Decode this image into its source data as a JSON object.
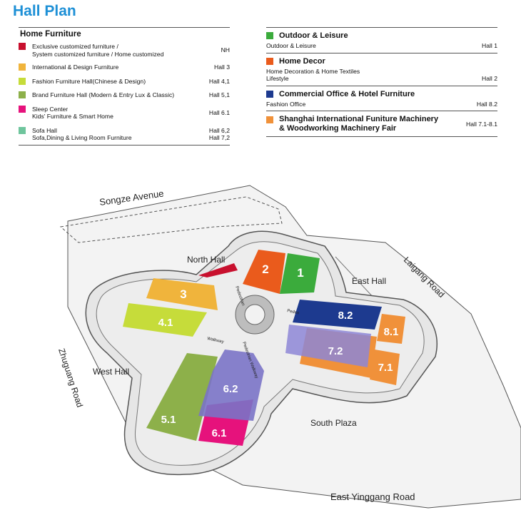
{
  "title": "Hall Plan",
  "home_furniture": {
    "heading": "Home Furniture",
    "items": [
      {
        "color": "#c8102e",
        "label": "Exclusive customized furniture /\nSystem customized furniture / Home customized",
        "hall": "NH"
      },
      {
        "color": "#f0b43c",
        "label": "International & Design Furniture",
        "hall": "Hall 3"
      },
      {
        "color": "#c6dc3a",
        "label": "Fashion Furniture Hall(Chinese & Design)",
        "hall": "Hall 4,1"
      },
      {
        "color": "#8db04a",
        "label": "Brand Furniture Hall (Modern & Entry Lux & Classic)",
        "hall": "Hall 5,1"
      },
      {
        "color": "#e6127c",
        "label": "Sleep Center\nKids' Furniture & Smart Home",
        "hall": "Hall 6.1"
      },
      {
        "color": "#6fc59d",
        "label": "Sofa Hall\nSofa,Dining & Living Room Furniture",
        "hall": "Hall 6,2\nHall 7,2"
      }
    ]
  },
  "categories": [
    {
      "color": "#3bab3c",
      "heading": "Outdoor & Leisure",
      "sub": "Outdoor & Leisure",
      "hall": "Hall 1"
    },
    {
      "color": "#ea5b1c",
      "heading": "Home Decor",
      "sub": "Home Decoration & Home Textiles\nLifestyle",
      "hall": "Hall 2"
    },
    {
      "color": "#1d3a8f",
      "heading": "Commercial Office & Hotel Furniture",
      "sub": "Fashion Office",
      "hall": "Hall 8.2"
    },
    {
      "color": "#f0913a",
      "heading": "Shanghai International Funiture Machinery\n& Woodworking Machinery Fair",
      "sub": "",
      "hall": "Hall 7.1-8.1"
    }
  ],
  "map": {
    "roads": {
      "songze": "Songze Avenue",
      "laigang": "Laigang Road",
      "zhuguang": "Zhuguang Road",
      "yinggang": "East Yinggang Road"
    },
    "areas": {
      "north": "North Hall",
      "east": "East Hall",
      "west": "West Hall",
      "south": "South Plaza"
    },
    "walkways": [
      "Pedestrian",
      "Walkway",
      "Pedestrian Walkway",
      "Pedes"
    ],
    "halls": [
      "1",
      "2",
      "3",
      "4.1",
      "5.1",
      "6.1",
      "6.2",
      "7.1",
      "7.2",
      "8.1",
      "8.2"
    ],
    "colors": {
      "h1": "#3bab3c",
      "h2": "#ea5b1c",
      "h3": "#f0b43c",
      "h41": "#c6dc3a",
      "h51": "#8db04a",
      "h61": "#e6127c",
      "h62": "#7a73c6",
      "h71": "#f0913a",
      "h72": "#8d86d6",
      "h81": "#f0913a",
      "h82": "#1d3a8f",
      "nh": "#c8102e"
    }
  }
}
